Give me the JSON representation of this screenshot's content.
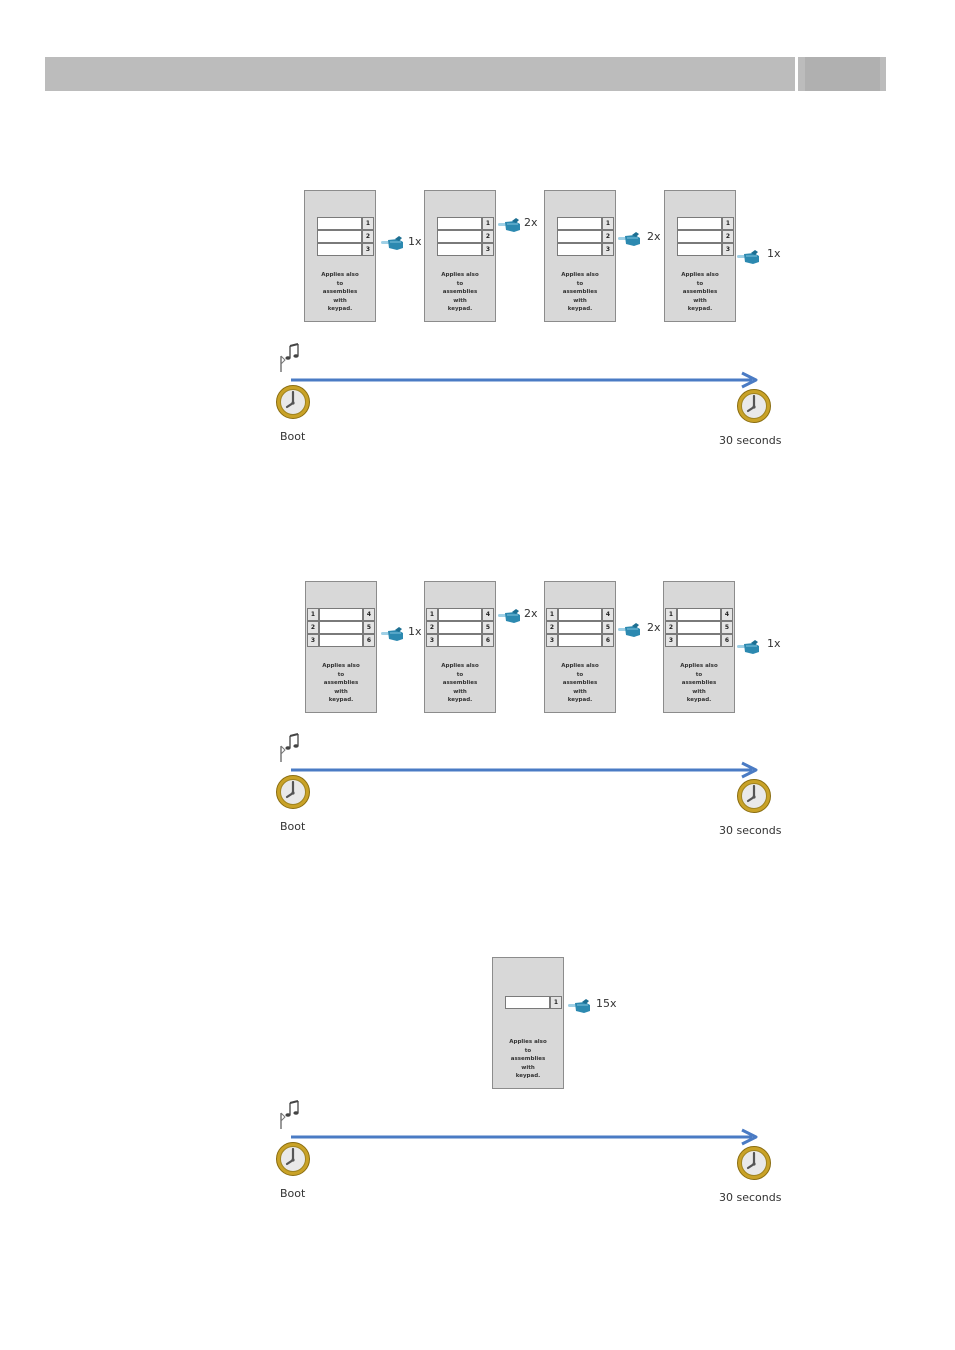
{
  "colors": {
    "header": "#bcbcbc",
    "panel": "#d8d8d8",
    "arrow": "#4a7bc4",
    "hand": "#2c89b0",
    "clock_ring": "#c9a227"
  },
  "icons": [
    "hand-pointer-icon",
    "music-note-icon",
    "clock-icon"
  ],
  "panel_note": "Applies also\nto\nassemblies\nwith\nkeypad.",
  "diagrams": [
    {
      "layout": "single",
      "panels": [
        {
          "numbers": [
            "1",
            "2",
            "3"
          ],
          "press": "1x"
        },
        {
          "numbers": [
            "1",
            "2",
            "3"
          ],
          "press": "2x"
        },
        {
          "numbers": [
            "1",
            "2",
            "3"
          ],
          "press": "2x"
        },
        {
          "numbers": [
            "1",
            "2",
            "3"
          ],
          "press": "1x"
        }
      ],
      "timeline": {
        "start": "Boot",
        "end": "30 seconds"
      }
    },
    {
      "layout": "double",
      "panels": [
        {
          "left": [
            "1",
            "2",
            "3"
          ],
          "right": [
            "4",
            "5",
            "6"
          ],
          "press": "1x"
        },
        {
          "left": [
            "1",
            "2",
            "3"
          ],
          "right": [
            "4",
            "5",
            "6"
          ],
          "press": "2x"
        },
        {
          "left": [
            "1",
            "2",
            "3"
          ],
          "right": [
            "4",
            "5",
            "6"
          ],
          "press": "2x"
        },
        {
          "left": [
            "1",
            "2",
            "3"
          ],
          "right": [
            "4",
            "5",
            "6"
          ],
          "press": "1x"
        }
      ],
      "timeline": {
        "start": "Boot",
        "end": "30 seconds"
      }
    },
    {
      "layout": "one",
      "panels": [
        {
          "numbers": [
            "1"
          ],
          "press": "15x"
        }
      ],
      "timeline": {
        "start": "Boot",
        "end": "30 seconds"
      }
    }
  ]
}
